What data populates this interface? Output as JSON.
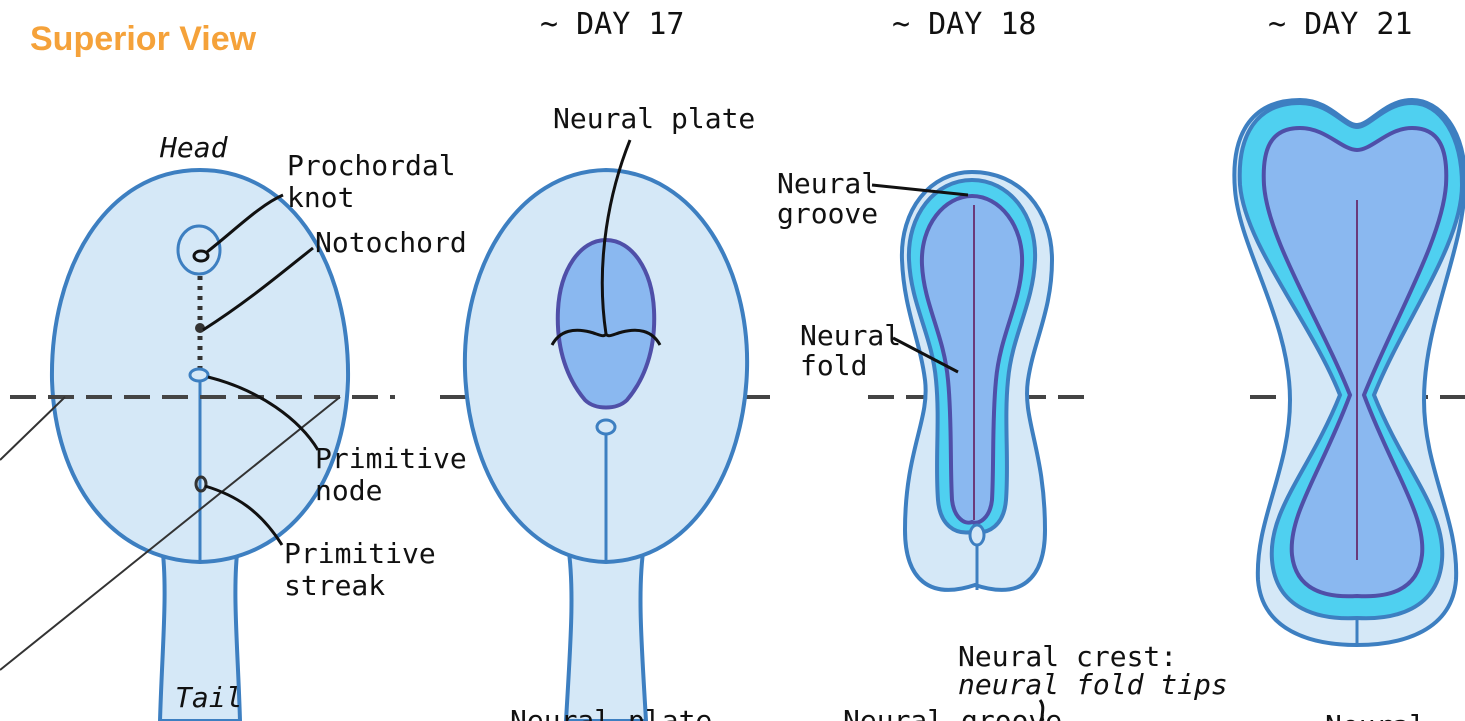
{
  "title": "Superior View",
  "day_labels": [
    "~ DAY 17",
    "~ DAY 18",
    "~ DAY 21"
  ],
  "labels": {
    "head": "Head",
    "tail": "Tail",
    "prochordal_1": "Prochordal",
    "prochordal_2": "knot",
    "notochord": "Notochord",
    "primitive_node_1": "Primitive",
    "primitive_node_2": "node",
    "primitive_streak_1": "Primitive",
    "primitive_streak_2": "streak",
    "neural_plate": "Neural plate",
    "neural_plate_bottom": "Neural plate",
    "neural_groove_1": "Neural",
    "neural_groove_2": "groove",
    "neural_fold_1": "Neural",
    "neural_fold_2": "fold",
    "neural_crest_1": "Neural crest:",
    "neural_crest_2": "neural fold tips",
    "neural_groove_bottom": "Neural groove",
    "bottom_right_partial": "Neural"
  },
  "colors": {
    "title": "#f5a23a",
    "outline": "#3d7fc1",
    "embryo_fill": "#d5e8f7",
    "plate_fill": "#8ab8f0",
    "plate_outline": "#4f4fa8",
    "fold_fill": "#4fd0f0",
    "line": "#111111",
    "dash": "#444444"
  }
}
